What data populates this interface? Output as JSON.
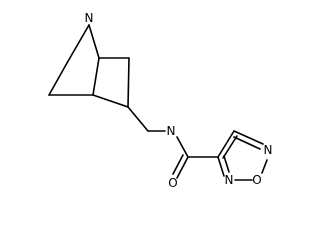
{
  "diagram": {
    "type": "chemical-structure",
    "atoms": {
      "bridge_nitrogen": "N",
      "amide_nitrogen": "N",
      "carbonyl_oxygen": "O",
      "ring_nitrogen_1": "N",
      "ring_nitrogen_2": "N",
      "ring_oxygen": "O"
    }
  }
}
